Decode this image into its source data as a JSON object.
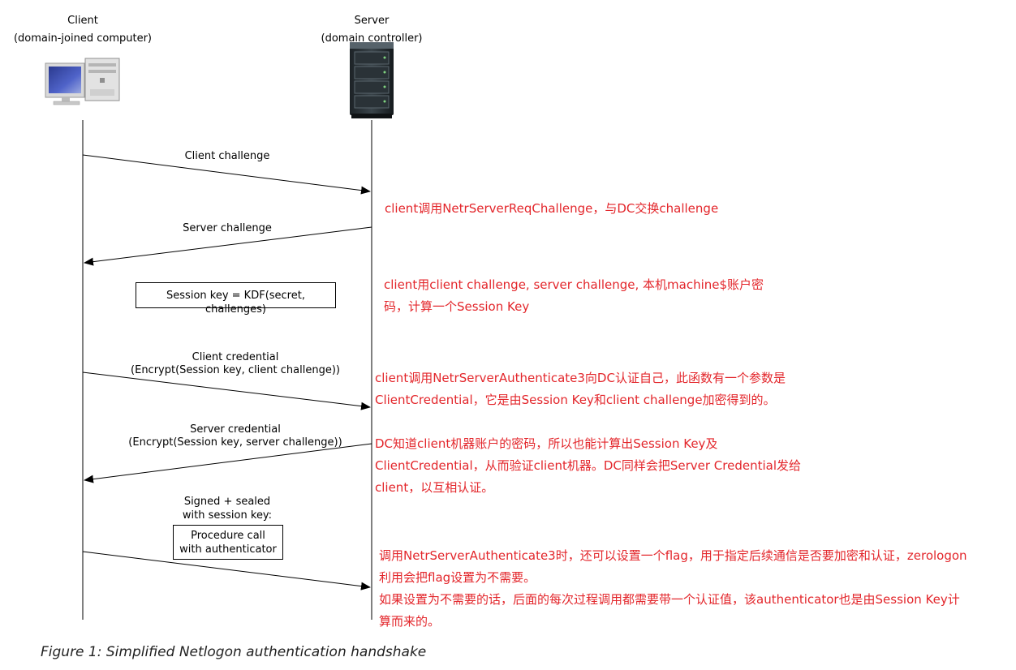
{
  "client": {
    "title": "Client",
    "subtitle": "(domain-joined computer)",
    "icon": "desktop-computer-icon"
  },
  "server": {
    "title": "Server",
    "subtitle": "(domain controller)",
    "icon": "server-rack-icon"
  },
  "messages": {
    "client_challenge": "Client challenge",
    "server_challenge": "Server challenge",
    "client_credential_1": "Client credential",
    "client_credential_2": "(Encrypt(Session key, client challenge))",
    "server_credential_1": "Server credential",
    "server_credential_2": "(Encrypt(Session key, server challenge))",
    "signed_1": "Signed + sealed",
    "signed_2": "with session key:"
  },
  "boxes": {
    "session_key": "Session key = KDF(secret, challenges)",
    "procedure_1": "Procedure call",
    "procedure_2": "with authenticator"
  },
  "notes": {
    "n1": "client调用NetrServerReqChallenge，与DC交换challenge",
    "n2_1": "client用client challenge, server challenge, 本机machine$账户密",
    "n2_2": "码，计算一个Session Key",
    "n3_1": "client调用NetrServerAuthenticate3向DC认证自己，此函数有一个参数是",
    "n3_2": "ClientCredential，它是由Session Key和client challenge加密得到的。",
    "n4_1": "DC知道client机器账户的密码，所以也能计算出Session Key及",
    "n4_2": "ClientCredential，从而验证client机器。DC同样会把Server Credential发给",
    "n4_3": "client，以互相认证。",
    "n5_1": "调用NetrServerAuthenticate3时，还可以设置一个flag，用于指定后续通信是否要加密和认证，zerologon",
    "n5_2": "利用会把flag设置为不需要。",
    "n5_3": "如果设置为不需要的话，后面的每次过程调用都需要带一个认证值，该authenticator也是由Session Key计",
    "n5_4": "算而来的。"
  },
  "caption": "Figure 1: Simplified Netlogon authentication handshake",
  "colors": {
    "annotation": "#e3262b",
    "line": "#000000"
  }
}
